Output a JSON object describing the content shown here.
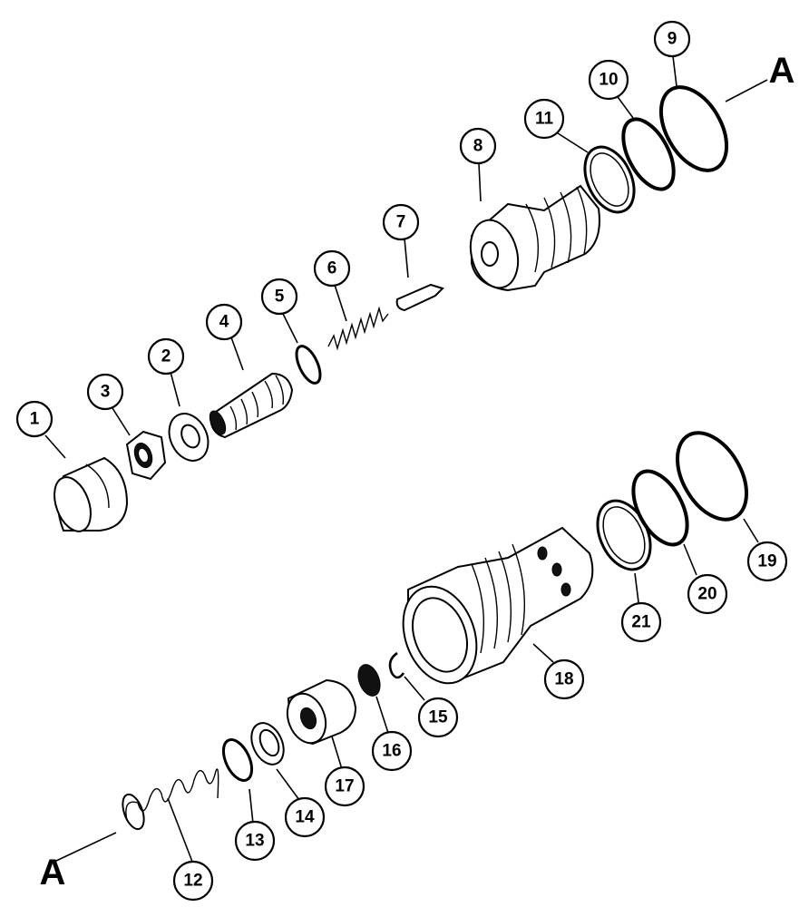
{
  "callouts": [
    {
      "id": "1",
      "label": "1"
    },
    {
      "id": "2",
      "label": "2"
    },
    {
      "id": "3",
      "label": "3"
    },
    {
      "id": "4",
      "label": "4"
    },
    {
      "id": "5",
      "label": "5"
    },
    {
      "id": "6",
      "label": "6"
    },
    {
      "id": "7",
      "label": "7"
    },
    {
      "id": "8",
      "label": "8"
    },
    {
      "id": "9",
      "label": "9"
    },
    {
      "id": "10",
      "label": "10"
    },
    {
      "id": "11",
      "label": "11"
    },
    {
      "id": "12",
      "label": "12"
    },
    {
      "id": "13",
      "label": "13"
    },
    {
      "id": "14",
      "label": "14"
    },
    {
      "id": "15",
      "label": "15"
    },
    {
      "id": "16",
      "label": "16"
    },
    {
      "id": "17",
      "label": "17"
    },
    {
      "id": "18",
      "label": "18"
    },
    {
      "id": "19",
      "label": "19"
    },
    {
      "id": "20",
      "label": "20"
    },
    {
      "id": "21",
      "label": "21"
    }
  ],
  "reference_marks": {
    "top": "A",
    "bottom": "A"
  }
}
